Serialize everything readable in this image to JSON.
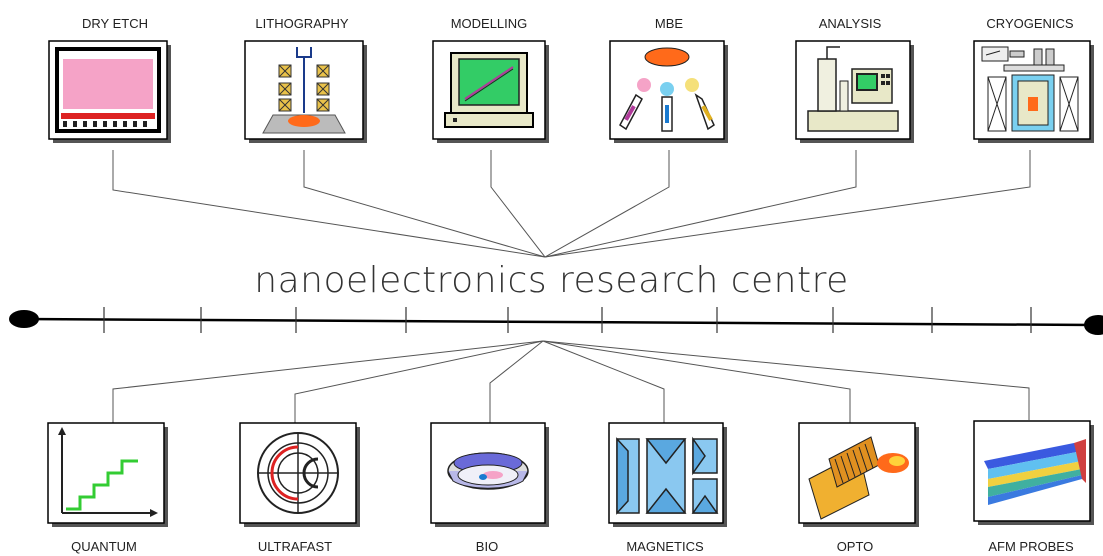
{
  "centre_title": "nanoelectronics research centre",
  "top_nodes": [
    {
      "label": "DRY ETCH",
      "icon": "dry-etch-icon"
    },
    {
      "label": "LITHOGRAPHY",
      "icon": "lithography-icon"
    },
    {
      "label": "MODELLING",
      "icon": "modelling-icon"
    },
    {
      "label": "MBE",
      "icon": "mbe-icon"
    },
    {
      "label": "ANALYSIS",
      "icon": "analysis-icon"
    },
    {
      "label": "CRYOGENICS",
      "icon": "cryogenics-icon"
    }
  ],
  "bottom_nodes": [
    {
      "label": "QUANTUM",
      "icon": "quantum-icon"
    },
    {
      "label": "ULTRAFAST",
      "icon": "ultrafast-icon"
    },
    {
      "label": "BIO",
      "icon": "bio-icon"
    },
    {
      "label": "MAGNETICS",
      "icon": "magnetics-icon"
    },
    {
      "label": "OPTO",
      "icon": "opto-icon"
    },
    {
      "label": "AFM PROBES",
      "icon": "afm-probes-icon"
    }
  ],
  "colors": {
    "line": "#555555",
    "axis": "#000000",
    "frame_shadow": "#555555",
    "pink": "#f5a3c7",
    "green": "#33cc33",
    "orange": "#ff6a1a"
  }
}
